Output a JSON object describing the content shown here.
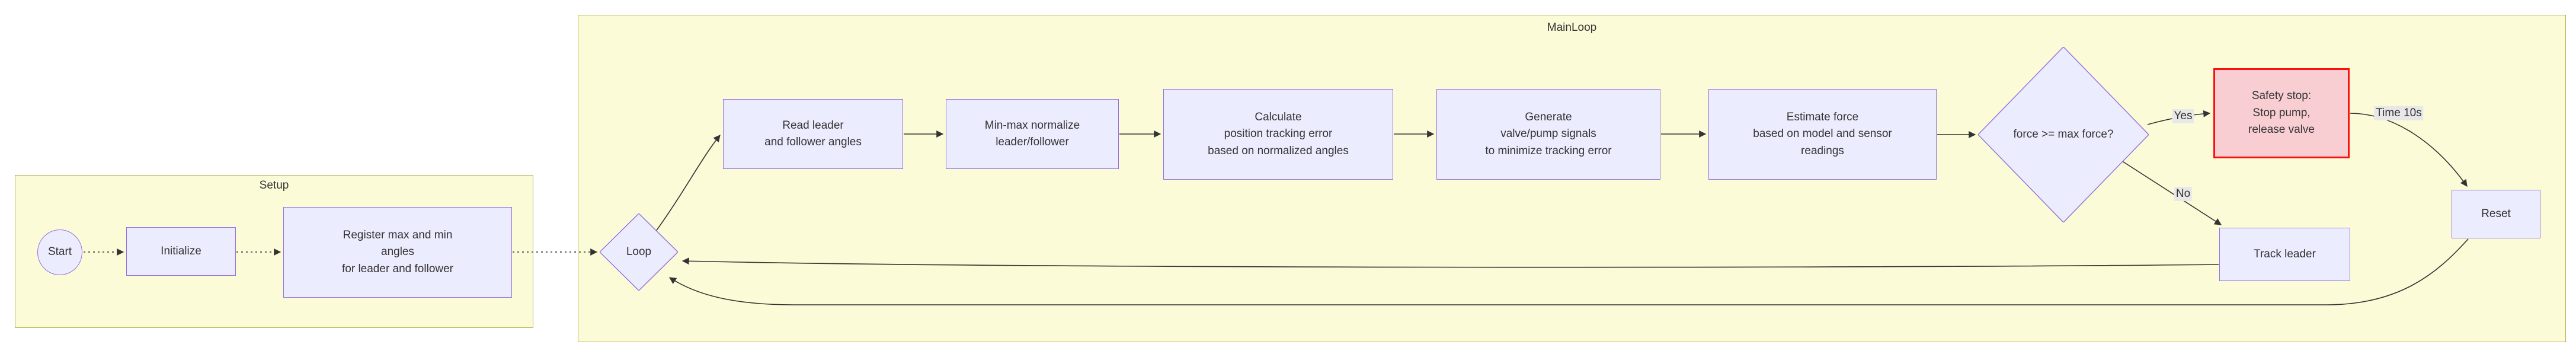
{
  "clusters": {
    "setup": "Setup",
    "mainloop": "MainLoop"
  },
  "nodes": {
    "start": "Start",
    "initialize": "Initialize",
    "register": "Register max and min\nangles\nfor leader and follower",
    "loop": "Loop",
    "read": "Read leader\nand follower angles",
    "minmax": "Min-max normalize\nleader/follower",
    "calculate": "Calculate\nposition tracking error\nbased on normalized angles",
    "generate": "Generate\nvalve/pump signals\nto minimize tracking error",
    "estimate": "Estimate force\nbased on model and sensor\nreadings",
    "force_check": "force >= max force?",
    "safety": "Safety stop:\nStop pump,\nrelease valve",
    "reset": "Reset",
    "track": "Track leader"
  },
  "edge_labels": {
    "yes": "Yes",
    "no": "No",
    "time": "Time 10s"
  },
  "colors": {
    "cluster_fill": "#fbfbd7",
    "cluster_border": "#b2b255",
    "node_fill": "#ececff",
    "node_border": "#9370db",
    "alert_fill": "#f9ced3",
    "alert_border": "#fb0f0f",
    "edge": "#333333",
    "text": "#333333",
    "edge_label_bg": "#e8e8e8"
  }
}
